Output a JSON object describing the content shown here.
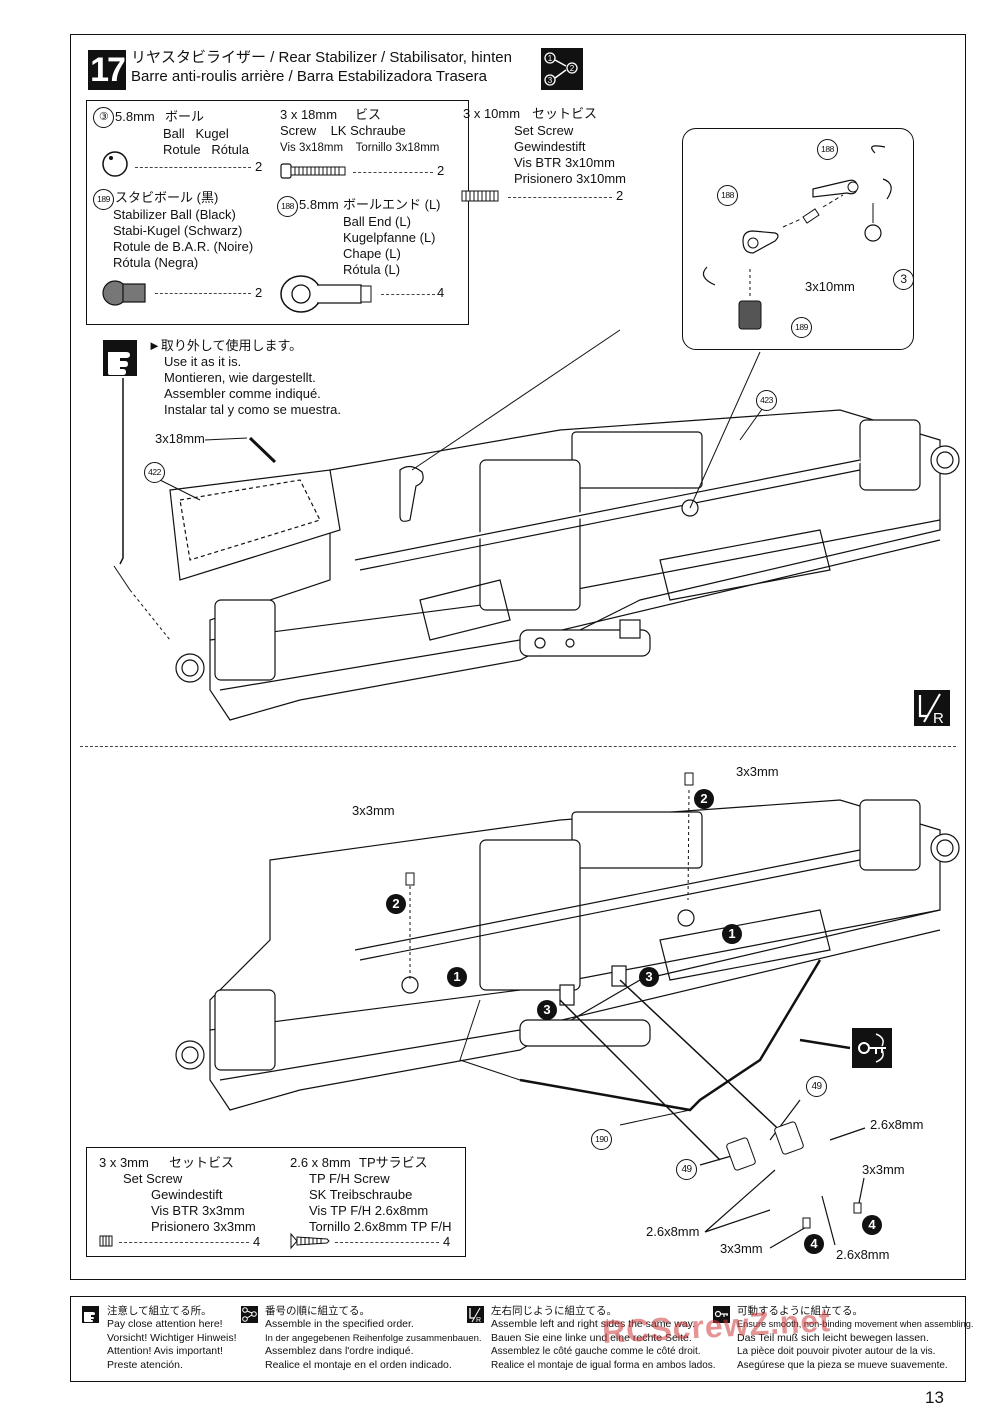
{
  "step": {
    "number": "17",
    "title_line1": "リヤスタビライザー / Rear Stabilizer / Stabilisator, hinten",
    "title_line2": "Barre anti-roulis arrière / Barra Estabilizadora Trasera",
    "sequence_icon": "numbered-sequence-icon"
  },
  "parts_box": {
    "ball": {
      "id": "③",
      "size_label": "5.8mm",
      "name_ja": "ボール",
      "name_en_de": "Ball   Kugel",
      "name_fr_es": "Rotule   Rótula",
      "qty": "2"
    },
    "stab_ball": {
      "id": "189",
      "name_ja": "スタビボール (黒)",
      "lines": [
        "Stabilizer Ball (Black)",
        "Stabi-Kugel (Schwarz)",
        "Rotule de B.A.R. (Noire)",
        "Rótula (Negra)"
      ],
      "qty": "2"
    },
    "screw_3x18": {
      "size_label": "3 x 18mm",
      "name_ja": "ビス",
      "line1": "Screw    LK Schraube",
      "line2": "Vis 3x18mm    Tornillo 3x18mm",
      "qty": "2"
    },
    "ball_end": {
      "id": "188",
      "size_label": "5.8mm",
      "name_ja": "ボールエンド (L)",
      "lines": [
        "Ball End (L)",
        "Kugelpfanne (L)",
        "Chape (L)",
        "Rótula (L)"
      ],
      "qty": "4"
    },
    "set_screw_3x10": {
      "size_label": "3 x 10mm",
      "name_ja": "セットビス",
      "lines": [
        "Set Screw",
        "Gewindestift",
        "Vis BTR 3x10mm",
        "Prisionero 3x10mm"
      ],
      "qty": "2"
    }
  },
  "detail_box": {
    "label_188a": "188",
    "label_188b": "188",
    "label_3": "3",
    "label_189": "189",
    "screw_label": "3x10mm"
  },
  "note": {
    "icon": "pointing-hand-icon",
    "lines": [
      "►取り外して使用します。",
      "Use it as it is.",
      "Montieren, wie dargestellt.",
      "Assembler comme indiqué.",
      "Instalar tal y como se muestra."
    ]
  },
  "upper_figure": {
    "screw_label": "3x18mm",
    "part_422": "422",
    "part_423": "423",
    "lr_icon": "left-right-icon"
  },
  "lower_figure": {
    "labels": {
      "set_screw_a": "3x3mm",
      "set_screw_b": "3x3mm",
      "screw_26a": "2.6x8mm",
      "screw_26b": "2.6x8mm",
      "screw_26c": "2.6x8mm",
      "set_screw_c": "3x3mm",
      "set_screw_d": "3x3mm"
    },
    "parts": {
      "p49a": "49",
      "p49b": "49",
      "p190": "190"
    },
    "steps": {
      "s1": "1",
      "s2": "2",
      "s3": "3",
      "s4": "4"
    },
    "ratchet_icon": "ratchet-pivot-icon"
  },
  "screw_box": {
    "set_screw": {
      "size_label": "3 x 3mm",
      "name_ja": "セットビス",
      "lines": [
        "Set Screw",
        "Gewindestift",
        "Vis BTR 3x3mm",
        "Prisionero 3x3mm"
      ],
      "qty": "4"
    },
    "tp_screw": {
      "size_label": "2.6 x 8mm",
      "name_ja": "TPサラビス",
      "lines": [
        "TP F/H Screw",
        "SK Treibschraube",
        "Vis TP F/H 2.6x8mm",
        "Tornillo 2.6x8mm TP F/H"
      ],
      "qty": "4"
    }
  },
  "legend": [
    {
      "icon": "pointing-hand-icon",
      "lines": [
        "注意して組立てる所。",
        "Pay close attention here!",
        "Vorsicht!  Wichtiger Hinweis!",
        "Attention! Avis important!",
        "Preste atención."
      ]
    },
    {
      "icon": "numbered-sequence-icon",
      "lines": [
        "番号の順に組立てる。",
        "Assemble in the specified order.",
        "In der angegebenen Reihenfolge zusammenbauen.",
        "Assemblez dans l'ordre indiqué.",
        "Realice el montaje en el orden indicado."
      ]
    },
    {
      "icon": "left-right-icon",
      "lines": [
        "左右同じように組立てる。",
        "Assemble left and right sides the same way.",
        "Bauen Sie eine linke und eine rechte Seite.",
        "Assemblez le côté gauche comme le côté droit.",
        "Realice el montaje de igual forma en ambos lados."
      ]
    },
    {
      "icon": "ratchet-pivot-icon",
      "lines": [
        "可動するように組立てる。",
        "Ensure smooth, non-binding movement when assembling.",
        "Das Teil muß sich leicht bewegen lassen.",
        "La pièce doit pouvoir pivoter autour de la vis.",
        "Asegúrese que la pieza se mueve suavemente."
      ]
    }
  ],
  "watermark": "RCScrewZ.net",
  "page_number": "13"
}
